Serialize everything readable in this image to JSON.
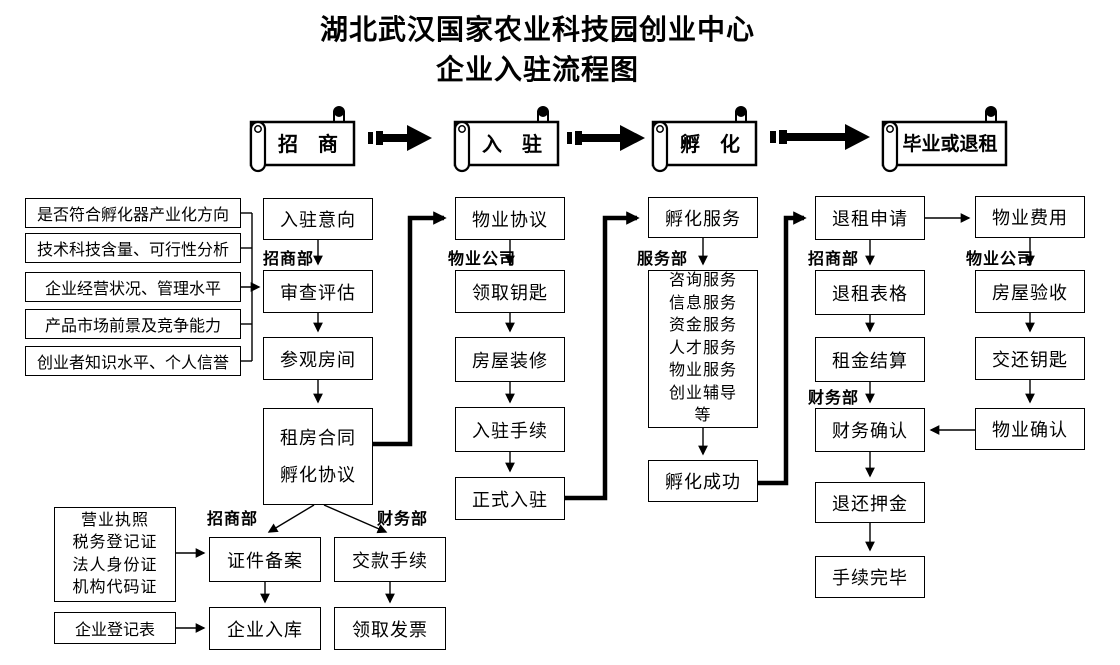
{
  "title": {
    "line1": "湖北武汉国家农业科技园创业中心",
    "line2": "企业入驻流程图"
  },
  "stages": [
    "招　商",
    "入　驻",
    "孵　化",
    "毕业或退租"
  ],
  "criteria": [
    "是否符合孵化器产业化方向",
    "技术科技含量、可行性分析",
    "企业经营状况、管理水平",
    "产品市场前景及竞争能力",
    "创业者知识水平、个人信誉"
  ],
  "recruit": {
    "dept": "招商部",
    "intent": "入驻意向",
    "review": "审查评估",
    "visit": "参观房间",
    "contract": {
      "line1": "租房合同",
      "line2": "孵化协议"
    }
  },
  "registration": {
    "dept_left": "招商部",
    "dept_right": "财务部",
    "docs": [
      "营业执照",
      "税务登记证",
      "法人身份证",
      "机构代码证"
    ],
    "form": "企业登记表",
    "filing": "证件备案",
    "archive": "企业入库",
    "payment": "交款手续",
    "invoice": "领取发票"
  },
  "movein": {
    "dept": "物业公司",
    "agreement": "物业协议",
    "keys": "领取钥匙",
    "renovation": "房屋装修",
    "procedures": "入驻手续",
    "official": "正式入驻"
  },
  "incubation": {
    "dept": "服务部",
    "service": "孵化服务",
    "services": [
      "咨询服务",
      "信息服务",
      "资金服务",
      "人才服务",
      "物业服务",
      "创业辅导",
      "等"
    ],
    "success": "孵化成功"
  },
  "checkout": {
    "dept_top": "招商部",
    "dept_mid": "财务部",
    "apply": "退租申请",
    "form": "退租表格",
    "settlement": "租金结算",
    "finance_confirm": "财务确认",
    "deposit": "退还押金",
    "complete": "手续完毕"
  },
  "property": {
    "dept": "物业公司",
    "fee": "物业费用",
    "inspection": "房屋验收",
    "return_keys": "交还钥匙",
    "confirm": "物业确认"
  }
}
